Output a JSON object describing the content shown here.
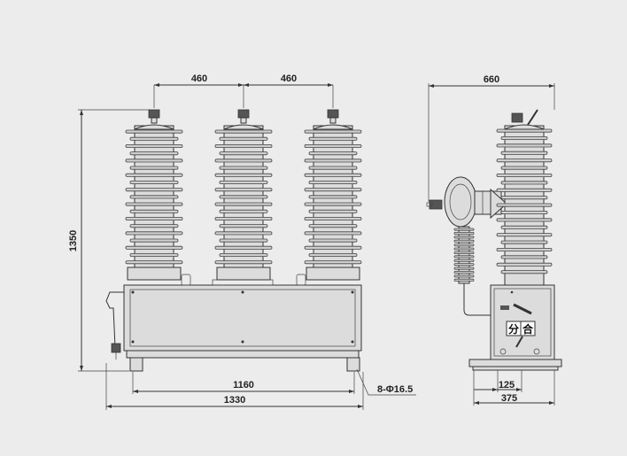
{
  "dimensions": {
    "pole_spacing_left": "460",
    "pole_spacing_right": "460",
    "total_height": "1350",
    "mounting_width": "1160",
    "overall_width": "1330",
    "mounting_holes": "8-Φ16.5",
    "side_depth": "660",
    "side_inner": "125",
    "side_base": "375"
  },
  "panel_labels": {
    "open": "分",
    "close": "合"
  },
  "colors": {
    "background": "#ececec",
    "line": "#333333",
    "body_fill": "#dcdcdc",
    "shed_fill": "#cfcfcf"
  }
}
